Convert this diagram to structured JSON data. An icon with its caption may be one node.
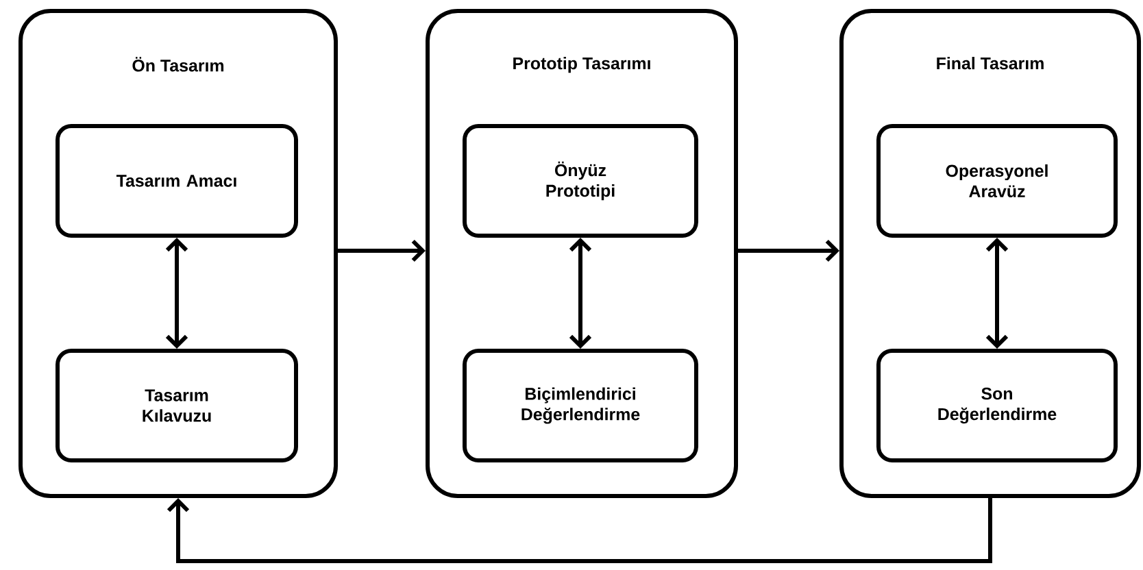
{
  "diagram": {
    "nodes": [
      {
        "text": [
          "Ön Tasarım"
        ]
      },
      {
        "text": [
          "Tasarım Amacı"
        ],
        "in": 0
      },
      {
        "text": [
          "Tasarım Kılavuzu"
        ],
        "in": 0
      },
      {
        "text": [
          "Prototip Tasarımı"
        ]
      },
      {
        "text": [
          "Önyüz Prototipi"
        ],
        "in": 3
      },
      {
        "text": [
          "Biçimlendirici Değerlendirme"
        ],
        "in": 3
      },
      {
        "text": [
          "Final Tasarım"
        ]
      },
      {
        "text": [
          "Operasyonel Aravüz"
        ],
        "in": 6
      },
      {
        "text": [
          "Son Değerlendirme"
        ],
        "in": 6
      }
    ],
    "edges": [
      {
        "from": 1,
        "to": 2,
        "arrow": "both"
      },
      {
        "from": 4,
        "to": 5,
        "arrow": "both"
      },
      {
        "from": 7,
        "to": 8,
        "arrow": "both"
      },
      {
        "from": 0,
        "to": 3,
        "arrow": "to"
      },
      {
        "from": 3,
        "to": 6,
        "arrow": "to"
      },
      {
        "from": 6,
        "to": 0,
        "arrow": "to"
      }
    ]
  }
}
